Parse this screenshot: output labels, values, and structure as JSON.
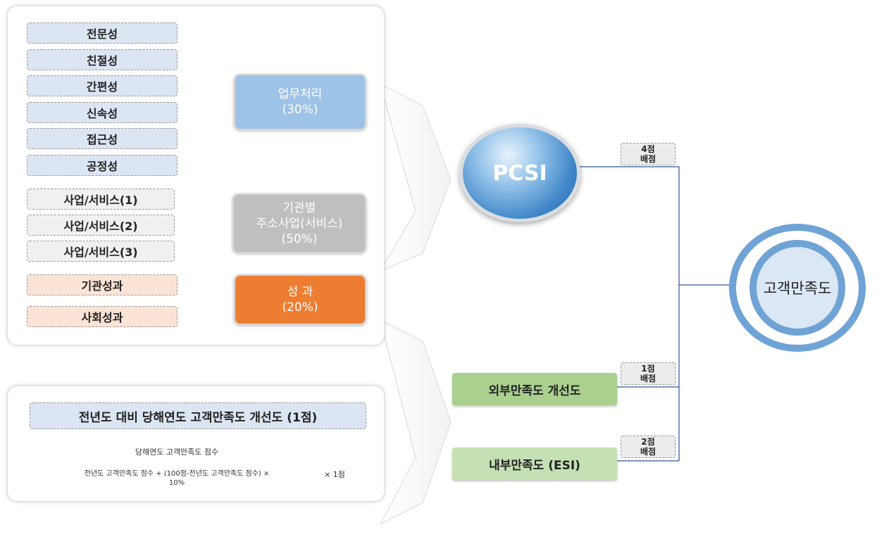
{
  "attributes_blue": [
    "전문성",
    "친절성",
    "간편성",
    "신속성",
    "접근성",
    "공정성"
  ],
  "attributes_gray": [
    "사업/서비스(1)",
    "사업/서비스(2)",
    "사업/서비스(3)"
  ],
  "attributes_peach": [
    "기관성과",
    "사회성과"
  ],
  "categories": [
    {
      "line1": "업무처리",
      "line2": "",
      "line3": "(30%)",
      "color": "#9dc3e6"
    },
    {
      "line1": "기관별",
      "line2": "주소사업(서비스)",
      "line3": "(50%)",
      "color": "#bfbfbf"
    },
    {
      "line1": "성 과",
      "line2": "",
      "line3": "(20%)",
      "color": "#ed7d31"
    }
  ],
  "pcsi_label": "PCSI",
  "target_label": "고객만족도",
  "scores": [
    {
      "line1": "4점",
      "line2": "배점"
    },
    {
      "line1": "1점",
      "line2": "배점"
    },
    {
      "line1": "2점",
      "line2": "배점"
    }
  ],
  "external": "외부만족도 개선도",
  "internal": "내부만족도 (ESI)",
  "formula": {
    "title": "전년도 대비 당해연도 고객만족도 개선도 (1점)",
    "numerator": "당해연도 고객만족도 점수",
    "denominator_line1": "전년도 고객만족도 점수 + (100점-전년도 고객만족도 점수) ×",
    "denominator_line2": "10%",
    "multiplier": "× 1점"
  },
  "colors": {
    "line": "#2f5597",
    "ring": "#6fa3d6"
  }
}
